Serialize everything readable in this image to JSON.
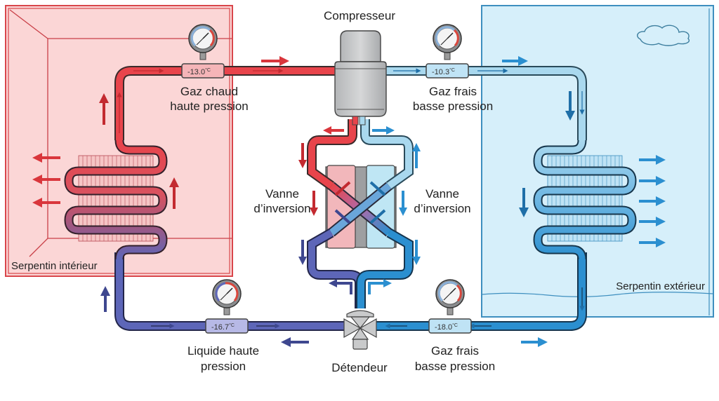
{
  "diagram": {
    "title": "Heat pump refrigeration cycle",
    "colors": {
      "hot": "#e8444b",
      "hot_dark": "#c32a30",
      "cold_light": "#a9d8ee",
      "cold": "#2b8fd0",
      "purple": "#5d66b8",
      "indoor_bg": "#fbd6d6",
      "indoor_border": "#d9464b",
      "outdoor_bg": "#d6effa",
      "outdoor_border": "#3e8fbf",
      "metal": "#c9cacb"
    },
    "components": {
      "compressor": {
        "label": "Compresseur"
      },
      "reversing_valve_left": {
        "line1": "Vanne",
        "line2": "d’inversion"
      },
      "reversing_valve_right": {
        "line1": "Vanne",
        "line2": "d’inversion"
      },
      "expansion_valve": {
        "label": "Détendeur"
      },
      "indoor_coil": {
        "label": "Serpentin intérieur"
      },
      "outdoor_coil": {
        "label": "Serpentin extérieur"
      }
    },
    "gauges": [
      {
        "id": "hot-gas",
        "value": "-13.0",
        "unit": "°C",
        "line1": "Gaz chaud",
        "line2": "haute pression"
      },
      {
        "id": "cool-gas-top",
        "value": "-10.3",
        "unit": "°C",
        "line1": "Gaz frais",
        "line2": "basse pression"
      },
      {
        "id": "liquid",
        "value": "-16.7",
        "unit": "°C",
        "line1": "Liquide haute",
        "line2": "pression"
      },
      {
        "id": "cool-gas-bottom",
        "value": "-18.0",
        "unit": "°C",
        "line1": "Gaz frais",
        "line2": "basse pression"
      }
    ]
  }
}
